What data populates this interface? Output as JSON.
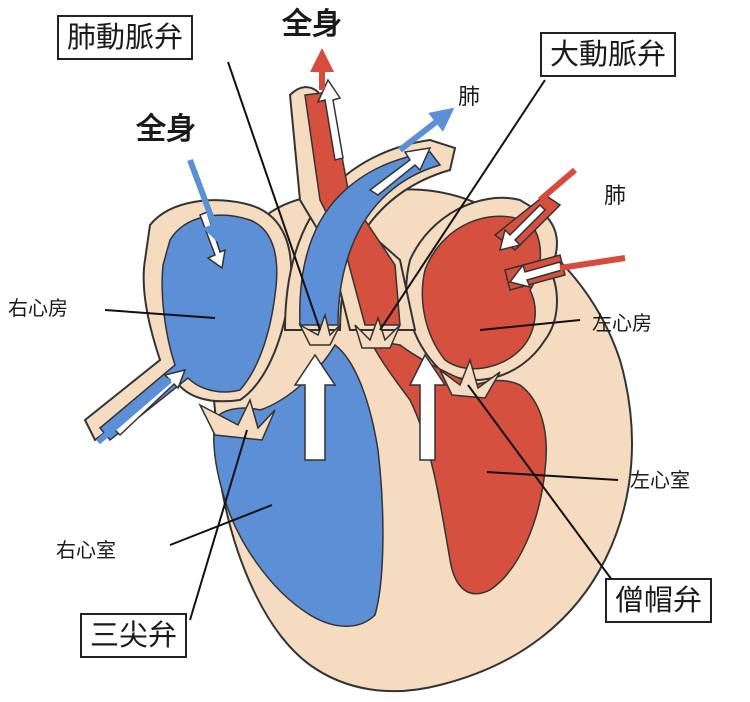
{
  "labels": {
    "pulmonary_valve": "肺動脈弁",
    "aortic_valve": "大動脈弁",
    "tricuspid_valve": "三尖弁",
    "mitral_valve": "僧帽弁",
    "right_atrium": "右心房",
    "left_atrium": "左心房",
    "right_ventricle": "右心室",
    "left_ventricle": "左心室",
    "body_top": "全身",
    "body_left": "全身",
    "lung_top": "肺",
    "lung_right": "肺"
  },
  "colors": {
    "tissue": "#f5dcc0",
    "tissue_outline": "#333333",
    "deoxygenated": "#5d8fd6",
    "oxygenated": "#d5503f",
    "arrow_blue": "#5b8fd8",
    "arrow_red": "#d64b3c",
    "flow_arrow_fill": "#ffffff"
  }
}
